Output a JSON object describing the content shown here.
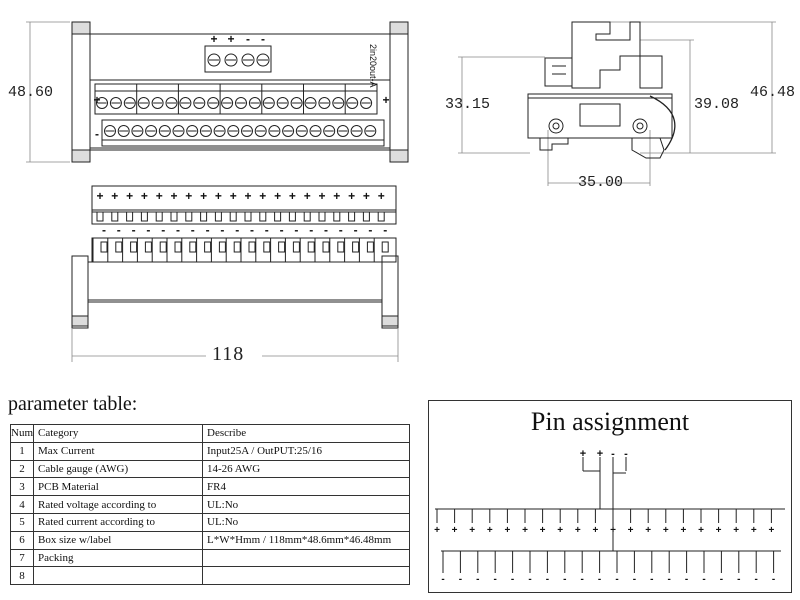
{
  "drawing": {
    "front_view": {
      "height_label": "48.60",
      "side_label": "2in20out-A",
      "input_signs": [
        "+",
        "+",
        "-",
        "-"
      ],
      "left_plus": "+",
      "left_minus": "-",
      "right_plus": "+"
    },
    "side_view": {
      "left_label": "33.15",
      "right_inner_label": "39.08",
      "right_outer_label": "46.48",
      "bottom_label": "35.00"
    },
    "top_view": {
      "plus_sign": "+",
      "minus_sign": "-",
      "width_label": "118"
    }
  },
  "parameter_table": {
    "title": "parameter table:",
    "headers": [
      "Num",
      "Category",
      "Describe"
    ],
    "rows": [
      [
        "1",
        "Max Current",
        "Input25A / OutPUT:25/16"
      ],
      [
        "2",
        "Cable gauge (AWG)",
        "14-26 AWG"
      ],
      [
        "3",
        "PCB Material",
        "FR4"
      ],
      [
        "4",
        "Rated voltage according to",
        "UL:No"
      ],
      [
        "5",
        "Rated current according to",
        "UL:No"
      ],
      [
        "6",
        "Box size w/label",
        "L*W*Hmm / 118mm*48.6mm*46.48mm"
      ],
      [
        "7",
        "Packing",
        ""
      ],
      [
        "8",
        "",
        ""
      ]
    ]
  },
  "pin_assignment": {
    "title": "Pin assignment",
    "input_signs": [
      "+",
      "+",
      "-",
      "-"
    ],
    "plus_sign": "+",
    "minus_sign": "-"
  }
}
